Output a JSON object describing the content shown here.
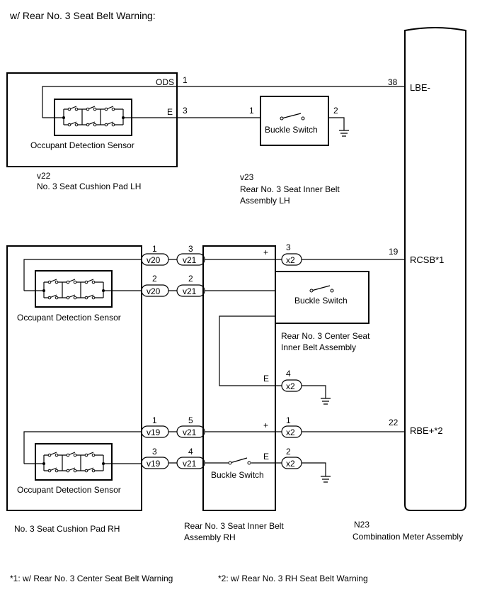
{
  "title": "w/ Rear No. 3 Seat Belt Warning:",
  "components": {
    "v22": {
      "code": "v22",
      "name": "No. 3 Seat Cushion Pad LH",
      "sensor": "Occupant Detection Sensor"
    },
    "v23": {
      "code": "v23",
      "name_line1": "Rear No. 3 Seat Inner Belt",
      "name_line2": "Assembly LH",
      "switch": "Buckle Switch"
    },
    "rh_pad": {
      "name": "No. 3 Seat Cushion Pad RH",
      "sensor1": "Occupant Detection Sensor",
      "sensor2": "Occupant Detection Sensor"
    },
    "rh_belt": {
      "name_line1": "Rear No. 3 Seat Inner Belt",
      "name_line2": "Assembly RH",
      "switch": "Buckle Switch"
    },
    "center_belt": {
      "name_line1": "Rear No. 3 Center Seat",
      "name_line2": "Inner Belt Assembly",
      "switch": "Buckle Switch"
    },
    "meter": {
      "code": "N23",
      "name": "Combination Meter Assembly"
    }
  },
  "terminals": {
    "ods": "ODS",
    "e": "E",
    "lbe": "LBE-",
    "rcsb": "RCSB*1",
    "rbe": "RBE+*2",
    "plus": "+",
    "minus_e": "E",
    "n1": "1",
    "n2": "2",
    "n3": "3",
    "n4": "4",
    "n5": "5",
    "n19": "19",
    "n22": "22",
    "n38": "38"
  },
  "connectors": {
    "v20": "v20",
    "v21": "v21",
    "v19": "v19",
    "x2": "x2"
  },
  "footnotes": {
    "note1": "*1: w/ Rear No. 3 Center Seat Belt Warning",
    "note2": "*2: w/ Rear No. 3 RH Seat Belt Warning"
  }
}
